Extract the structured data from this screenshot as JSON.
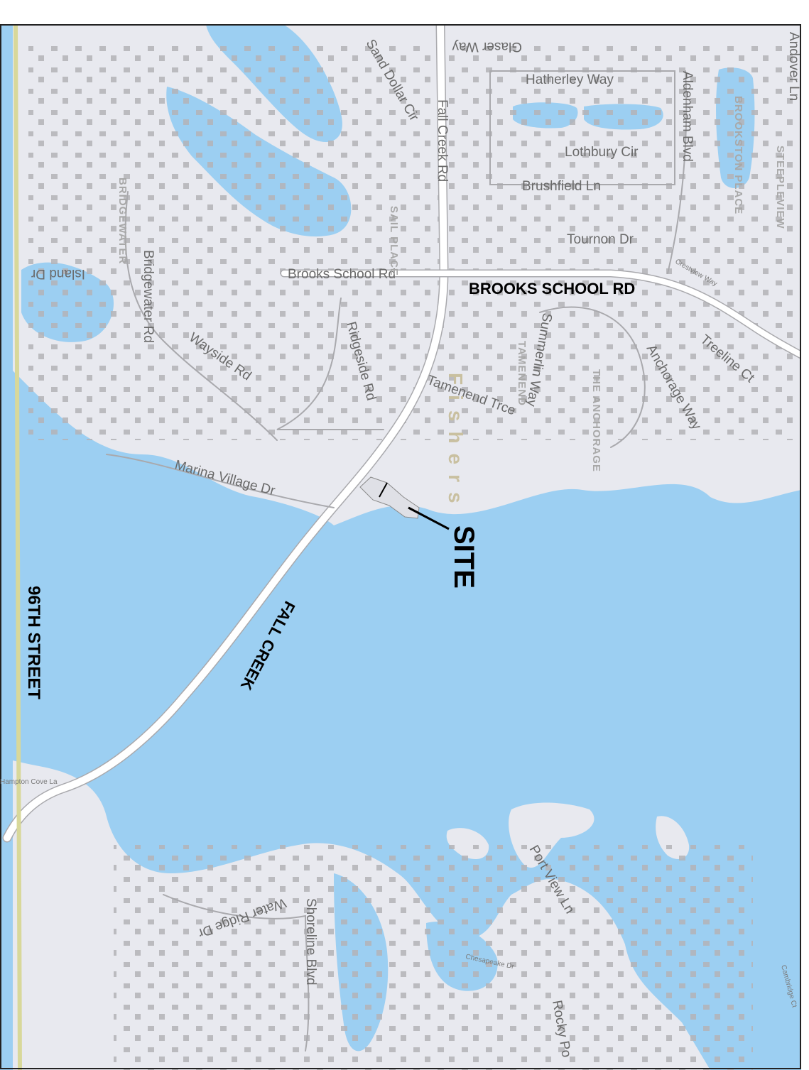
{
  "map": {
    "colors": {
      "water": "#9ccff2",
      "land": "#e8e9ef",
      "building": "#b3b3b7",
      "road": "#ffffff",
      "road_edge": "#a9a9ad",
      "major_road": "#d8d89a",
      "border": "#222222",
      "site_parcel": "#dfe0e6",
      "town_text": "#c9c0a0"
    },
    "callouts": {
      "site": "SITE",
      "brooks_school_rd": "BROOKS SCHOOL RD",
      "fall_creek": "FALL CREEK",
      "street_96th": "96TH STREET"
    },
    "town": "Fishers",
    "streets": {
      "glaser_way": "Glaser Way",
      "sand_dollar_cir": "Sand Dollar Cir",
      "hatherley_way": "Hatherley Way",
      "lothbury_cir": "Lothbury Cir",
      "brushfield_ln": "Brushfield Ln",
      "tournon_dr": "Tournon Dr",
      "aldenham_blvd": "Aldenham Blvd",
      "fall_creek_rd": "Fall Creek Rd",
      "brooks_school_rd": "Brooks School Rd",
      "island_dr": "Island Dr",
      "bridgewater_rd": "Bridgewater Rd",
      "wayside_rd": "Wayside Rd",
      "ridgeside_rd": "Ridgeside Rd",
      "marina_village_dr": "Marina Village Dr",
      "tamenend_trce": "Tamenend Trce",
      "summerlin_way": "Summerlin Way",
      "anchorage_way": "Anchorage Way",
      "treeline_ct": "Treeline Ct",
      "water_ridge_dr": "Water Ridge Dr",
      "shoreline_blvd": "Shoreline Blvd",
      "port_view_ln": "Port View Ln",
      "chesapeake_dr": "Chesapeake Dr",
      "rocky_po": "Rocky Po",
      "andover_ln": "Andover Ln",
      "crestview_way": "Crestview Way",
      "hampton_cove_la": "Hampton Cove La",
      "cambridge_ct": "Cambridge Ct"
    },
    "places": {
      "bridgewater": "BRIDGEWATER",
      "sail_place": "SAIL PLACE",
      "tamenend": "TAMENEND",
      "the_anchorage": "THE ANCHORAGE",
      "brookston_place": "BROOKSTON PLACE",
      "steeplechase": "STEEPLEVIEW"
    }
  }
}
